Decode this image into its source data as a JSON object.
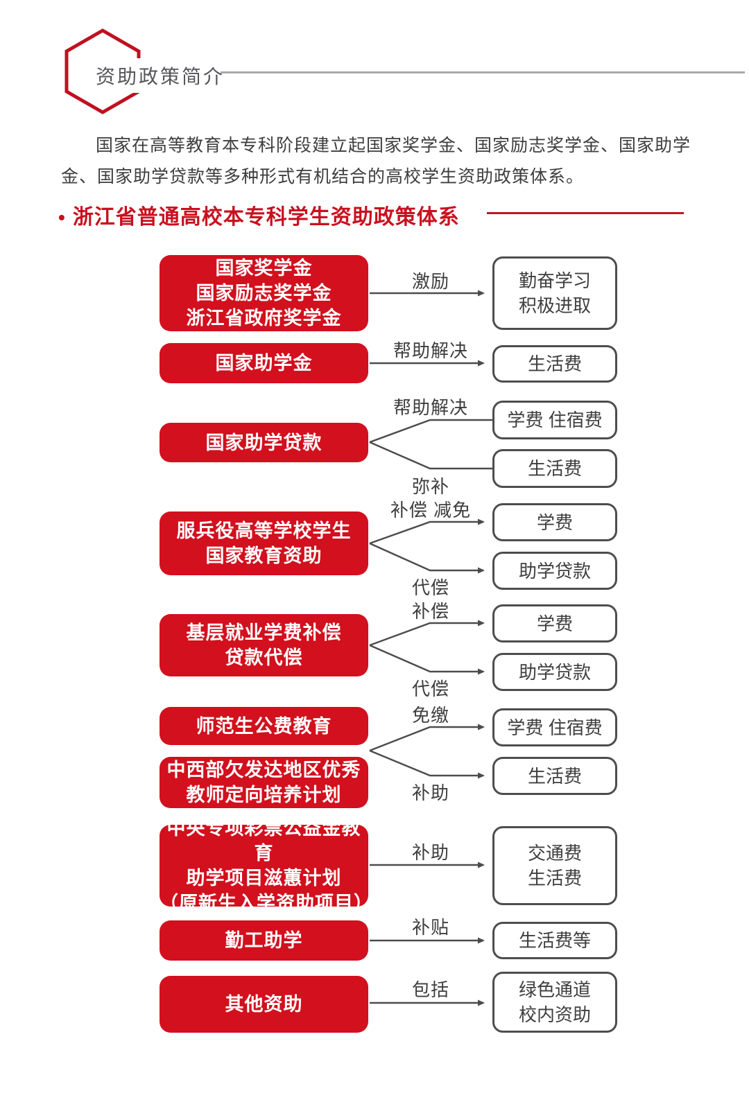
{
  "header": {
    "title": "资助政策简介"
  },
  "intro": {
    "text": "国家在高等教育本专科阶段建立起国家奖学金、国家励志奖学金、国家助学金、国家助学贷款等多种形式有机结合的高校学生资助政策体系。"
  },
  "section": {
    "bullet": "•",
    "title": "浙江省普通高校本专科学生资助政策体系"
  },
  "colors": {
    "box_red": "#d2101e",
    "section_title_red": "#c9101f",
    "hexagon_red": "#bf1120",
    "connector_gray": "#4c4c4c"
  },
  "diagram": {
    "rows": [
      {
        "type": "single",
        "source_lines": [
          "国家奖学金",
          "国家励志奖学金",
          "浙江省政府奖学金"
        ],
        "label": "激励",
        "target_lines": [
          "勤奋学习",
          "积极进取"
        ]
      },
      {
        "type": "single",
        "source_lines": [
          "国家助学金"
        ],
        "label": "帮助解决",
        "target_lines": [
          "生活费"
        ]
      },
      {
        "type": "fork",
        "source_lines": [
          "国家助学贷款"
        ],
        "branches": [
          {
            "label": "帮助解决",
            "target_lines": [
              "学费 住宿费"
            ]
          },
          {
            "label": "弥补",
            "target_lines": [
              "生活费"
            ]
          }
        ]
      },
      {
        "type": "fork",
        "source_lines": [
          "服兵役高等学校学生",
          "国家教育资助"
        ],
        "branches": [
          {
            "label": "补偿 减免",
            "target_lines": [
              "学费"
            ]
          },
          {
            "label": "代偿",
            "target_lines": [
              "助学贷款"
            ]
          }
        ]
      },
      {
        "type": "fork",
        "source_lines": [
          "基层就业学费补偿",
          "贷款代偿"
        ],
        "branches": [
          {
            "label": "补偿",
            "target_lines": [
              "学费"
            ]
          },
          {
            "label": "代偿",
            "target_lines": [
              "助学贷款"
            ]
          }
        ]
      },
      {
        "type": "fork-two-sources",
        "sources": [
          [
            "师范生公费教育"
          ],
          [
            "中西部欠发达地区优秀",
            "教师定向培养计划"
          ]
        ],
        "branches": [
          {
            "label": "免缴",
            "target_lines": [
              "学费 住宿费"
            ]
          },
          {
            "label": "补助",
            "target_lines": [
              "生活费"
            ]
          }
        ]
      },
      {
        "type": "single",
        "source_lines": [
          "中央专项彩票公益金教育",
          "助学项目滋蕙计划",
          "（原新生入学资助项目）"
        ],
        "label": "补助",
        "target_lines": [
          "交通费",
          "生活费"
        ]
      },
      {
        "type": "single",
        "source_lines": [
          "勤工助学"
        ],
        "label": "补贴",
        "target_lines": [
          "生活费等"
        ]
      },
      {
        "type": "single",
        "source_lines": [
          "其他资助"
        ],
        "label": "包括",
        "target_lines": [
          "绿色通道",
          "校内资助"
        ]
      }
    ]
  }
}
